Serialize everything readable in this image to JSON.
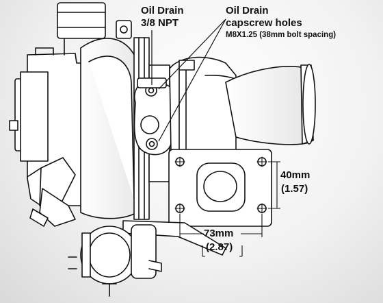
{
  "labels": {
    "oil_drain_title": "Oil Drain",
    "oil_drain_size": "3/8 NPT",
    "capscrew_title": "Oil Drain",
    "capscrew_subtitle": "capscrew holes",
    "capscrew_spec": "M8X1.25 (38mm bolt spacing)",
    "dim_height_mm": "40mm",
    "dim_height_in": "(1.57)",
    "dim_width_mm": "73mm",
    "dim_width_in": "(2.87)"
  },
  "colors": {
    "line": "#111111",
    "fill": "#ffffff",
    "shade": "#c8c8c8"
  }
}
